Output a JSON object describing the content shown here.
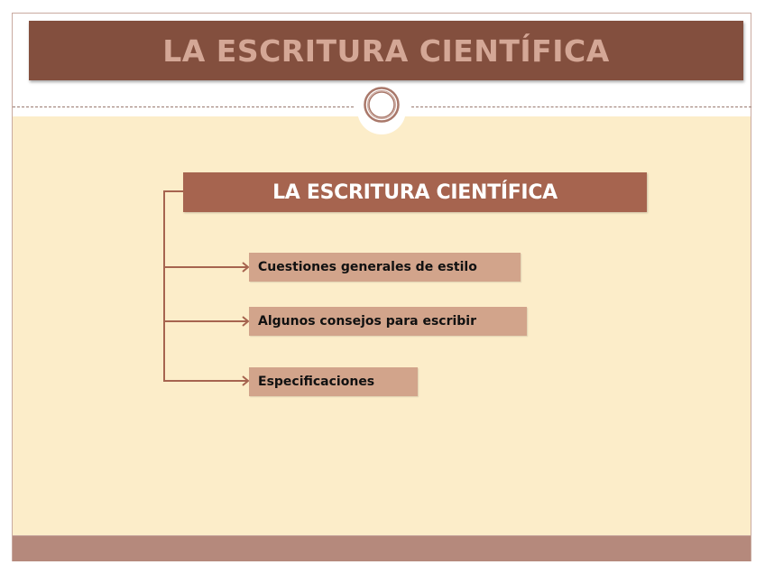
{
  "slide": {
    "title": "LA ESCRITURA CIENTÍFICA",
    "diagram": {
      "heading": "LA ESCRITURA CIENTÍFICA",
      "items": [
        {
          "label": "Cuestiones generales de estilo"
        },
        {
          "label": "Algunos consejos para escribir"
        },
        {
          "label": "Especificaciones"
        }
      ]
    },
    "colors": {
      "title_bar": "#834f3e",
      "title_text": "#d4a796",
      "content_background": "#fcedc9",
      "heading_box": "#a6644f",
      "item_box": "#d2a48b",
      "footer_bar": "#b5897c",
      "connector": "#a6644f"
    }
  }
}
